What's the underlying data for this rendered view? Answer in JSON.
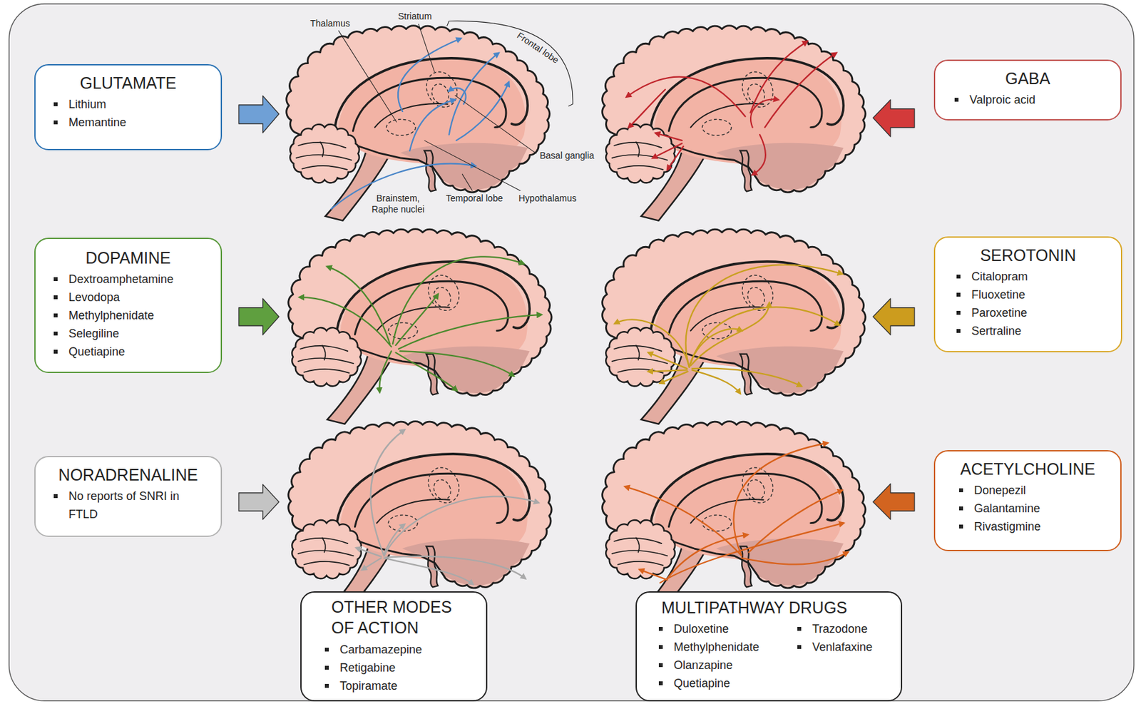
{
  "diagram": {
    "nodes": [
      {
        "text": [
          "GLUTAMATE",
          "Lithium",
          "Memantine"
        ]
      },
      {
        "text": [
          "GABA",
          "Valproic acid"
        ]
      },
      {
        "text": [
          "DOPAMINE",
          "Dextroamphetamine",
          "Levodopa",
          "Methylphenidate",
          "Selegiline",
          "Quetiapine"
        ]
      },
      {
        "text": [
          "SEROTONIN",
          "Citalopram",
          "Fluoxetine",
          "Paroxetine",
          "Sertraline"
        ]
      },
      {
        "text": [
          "NORADRENALINE",
          "No reports of SNRI in FTLD"
        ]
      },
      {
        "text": [
          "ACETYLCHOLINE",
          "Donepezil",
          "Galantamine",
          "Rivastigmine"
        ]
      },
      {
        "text": [
          "OTHER MODES OF ACTION",
          "Carbamazepine",
          "Retigabine",
          "Topiramate"
        ]
      },
      {
        "text": [
          "MULTIPATHWAY DRUGS",
          "Duloxetine",
          "Methylphenidate",
          "Olanzapine",
          "Quetiapine",
          "Trazodone",
          "Venlafaxine"
        ]
      }
    ],
    "labels": [
      "Thalamus",
      "Striatum",
      "Frontal lobe",
      "Basal ganglia",
      "Brainstem, Raphe nuclei",
      "Temporal lobe",
      "Hypothalamus"
    ]
  }
}
